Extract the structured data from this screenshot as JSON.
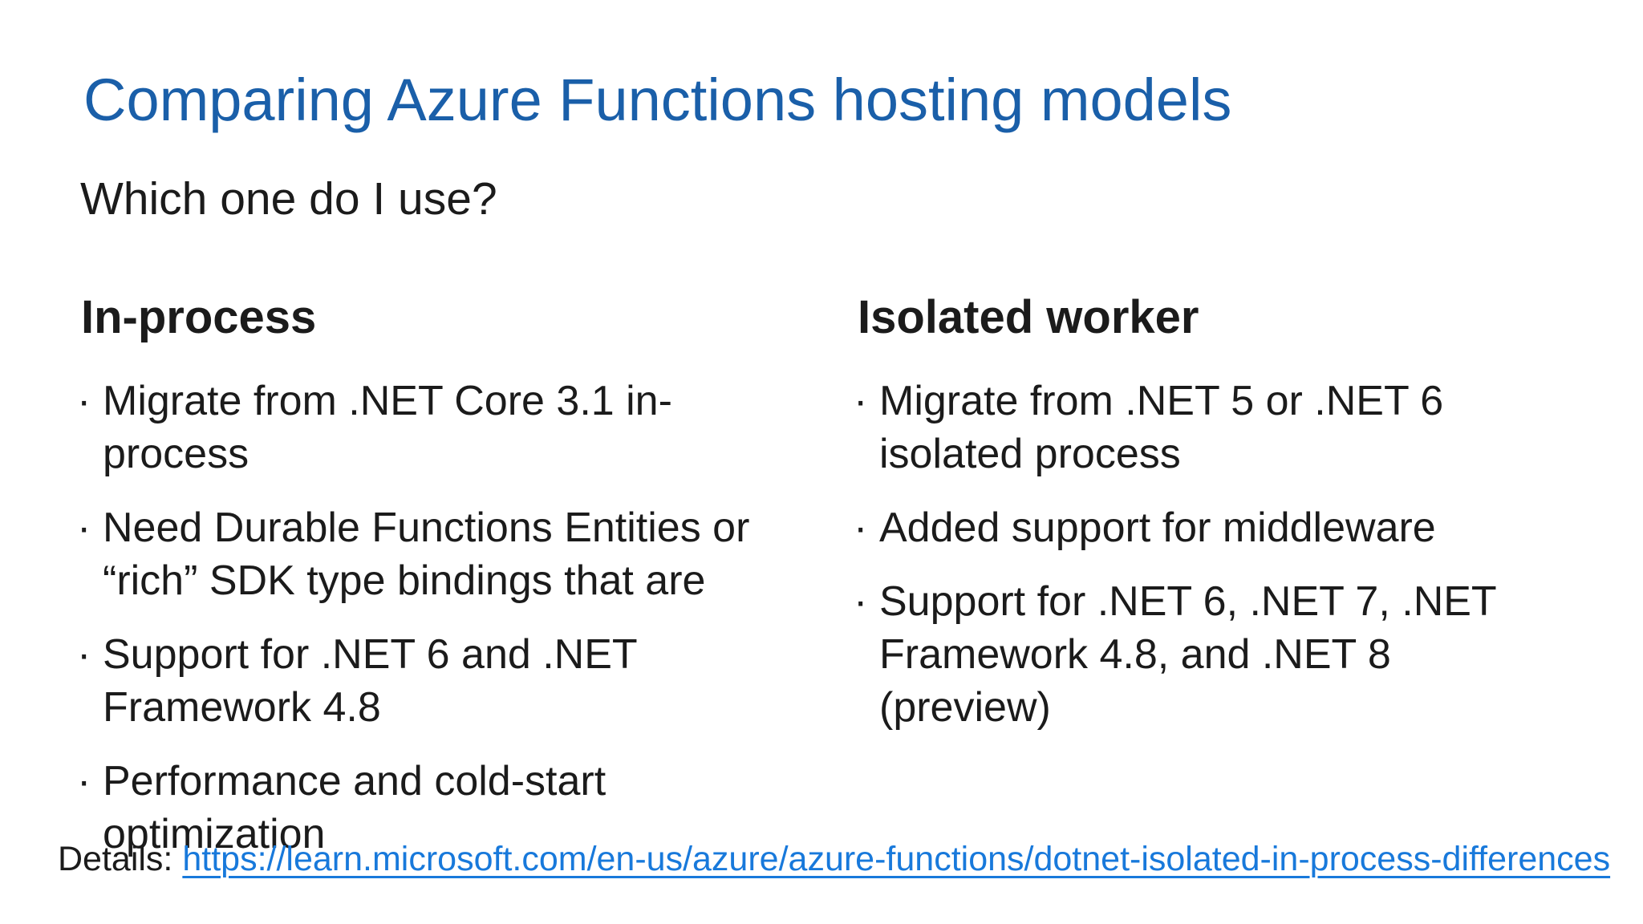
{
  "slide": {
    "title": "Comparing Azure Functions hosting models",
    "subtitle": "Which one do I use?",
    "bullet_marker": "·",
    "columns": [
      {
        "heading": "In-process",
        "bullets": [
          "Migrate from .NET Core 3.1 in-\nprocess",
          "Need Durable Functions Entities or\n“rich” SDK type bindings that are",
          "Support for .NET 6 and .NET\nFramework 4.8",
          "Performance and cold-start\noptimization"
        ]
      },
      {
        "heading": "Isolated worker",
        "bullets": [
          "Migrate from .NET 5 or .NET 6\nisolated process",
          "Added support for middleware",
          "Support for .NET 6, .NET 7, .NET\nFramework 4.8, and .NET 8\n(preview)"
        ]
      }
    ],
    "footer": {
      "label": "Details:",
      "link_text": "https://learn.microsoft.com/en-us/azure/azure-functions/dotnet-isolated-in-process-differences"
    },
    "colors": {
      "title_blue": "#1a5fa9",
      "link_blue": "#1879db",
      "text_black": "#1b1b1b"
    }
  }
}
